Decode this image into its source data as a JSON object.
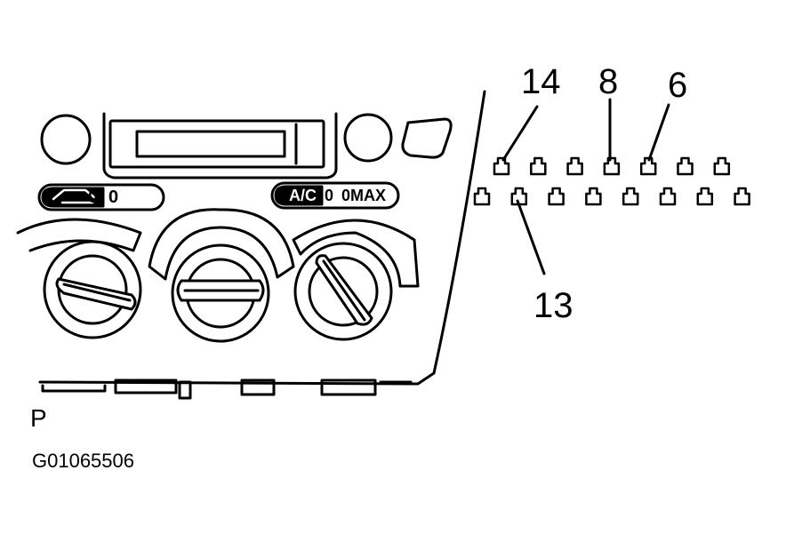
{
  "diagram": {
    "panel_labels": {
      "ac_button": "A/C",
      "ac_indicator": "0",
      "max_indicator": "0MAX",
      "recirc_indicator": "0",
      "recirc_indicator_right": "0"
    },
    "callouts": {
      "top_left": "14",
      "top_middle": "8",
      "top_right": "6",
      "bottom": "13"
    },
    "connector": {
      "top_row_pins": 7,
      "bottom_row_pins": 8
    },
    "view_letter": "P",
    "figure_id": "G01065506"
  }
}
